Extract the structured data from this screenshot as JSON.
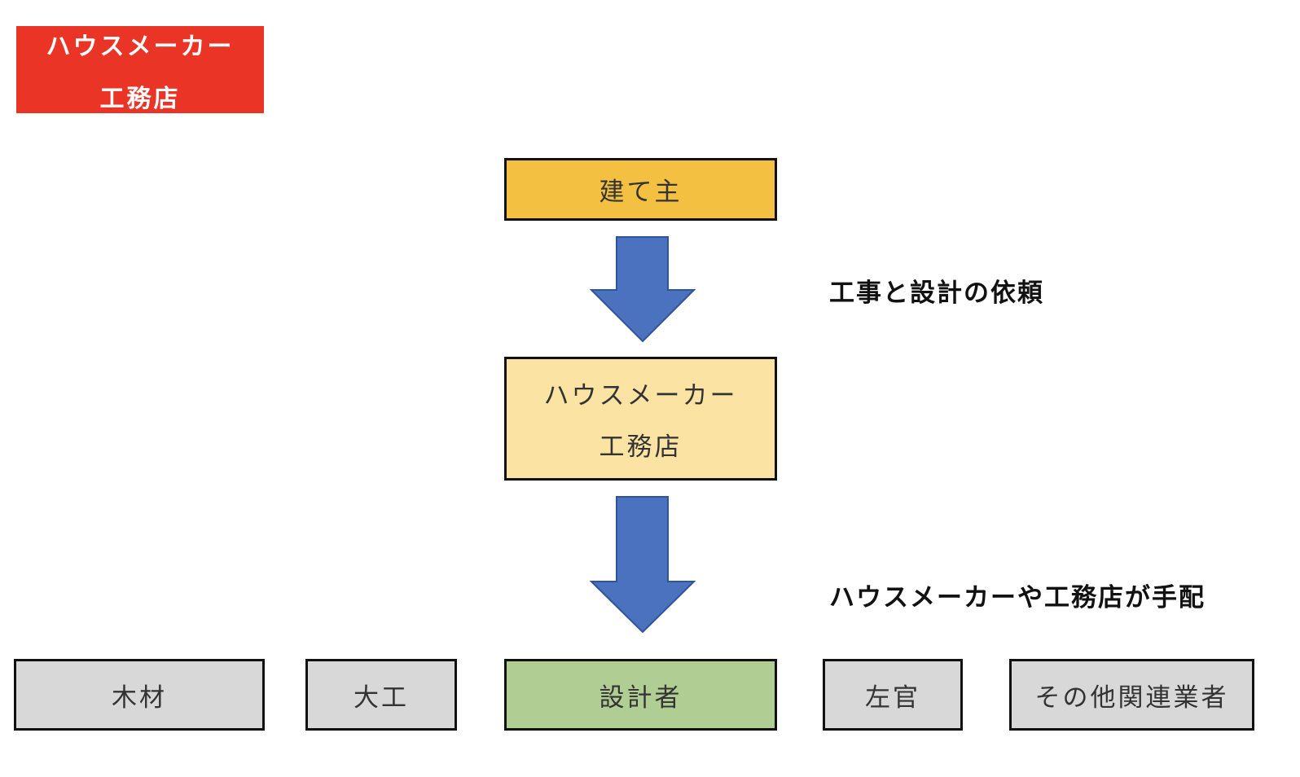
{
  "colors": {
    "badge": "#e93426",
    "owner": "#f4c042",
    "maker": "#fbe4a3",
    "designer": "#b0cd94",
    "trade": "#d8d8d8",
    "arrow": "#4a72be",
    "arrow_stroke": "#2f549a"
  },
  "badge": {
    "line1": "ハウスメーカー",
    "line2": "工務店"
  },
  "nodes": {
    "owner": "建て主",
    "maker": {
      "line1": "ハウスメーカー",
      "line2": "工務店"
    }
  },
  "arrow_labels": {
    "request": "工事と設計の依頼",
    "arrange": "ハウスメーカーや工務店が手配"
  },
  "bottom_row": [
    "木材",
    "大工",
    "設計者",
    "左官",
    "その他関連業者"
  ]
}
